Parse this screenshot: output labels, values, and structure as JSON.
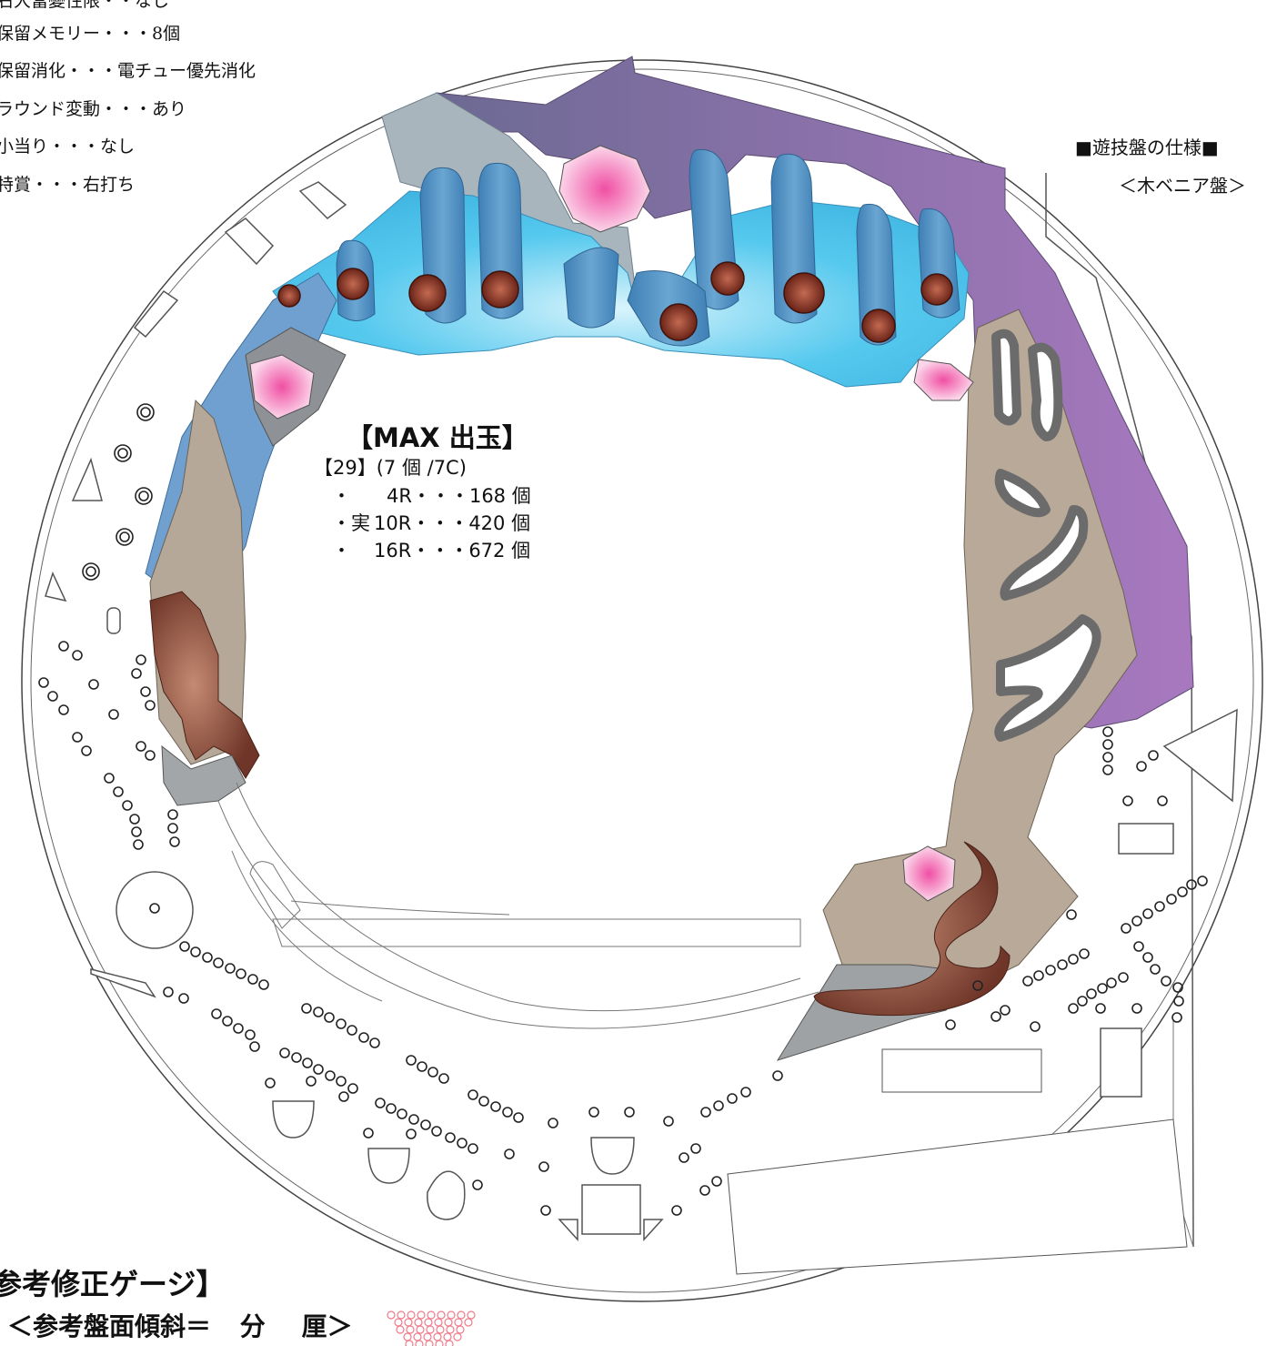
{
  "specs": [
    "右大當變性限・・なし",
    "保留メモリー・・・8個",
    "保留消化・・・電チュー優先消化",
    "ラウンド変動・・・あり",
    "小当り・・・なし",
    "特賞・・・右打ち"
  ],
  "board": {
    "title": "■遊技盤の仕様■",
    "subtitle": "＜木ベニア盤＞"
  },
  "max_payout": {
    "title": "【MAX 出玉】",
    "line1": "【29】(7 個 /7C)",
    "rows": [
      {
        "prefix": "・",
        "round": "4R・・・168 個"
      },
      {
        "prefix": "・実",
        "round": "10R・・・420 個"
      },
      {
        "prefix": "・",
        "round": "16R・・・672 個"
      }
    ]
  },
  "gauge": {
    "title": "参考修正ゲージ】",
    "tilt_prefix": "＜参考盤面傾斜＝",
    "tilt_unit1": "分",
    "tilt_unit2": "厘＞"
  },
  "logo_text": "リング",
  "colors": {
    "purple": "#9b72b8",
    "cyan": "#4fc7ec",
    "tan": "#b8a998",
    "gray": "#8f9193",
    "pillar": "#4f8fc0",
    "eye": "#7a2f24",
    "pink": "#f07ab8"
  }
}
